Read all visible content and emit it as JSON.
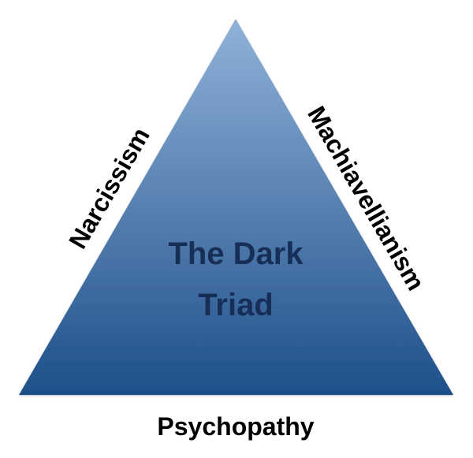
{
  "center_title": {
    "line1": "The Dark",
    "line2": "Triad"
  },
  "sides": {
    "left": "Narcissism",
    "right": "Machiavellianism",
    "bottom": "Psychopathy"
  },
  "colors": {
    "triangle_top": "#8FB2D8",
    "triangle_bottom": "#1E4F8A",
    "center_text": "#172E57",
    "label_text": "#000000",
    "background": "#FFFFFF"
  }
}
